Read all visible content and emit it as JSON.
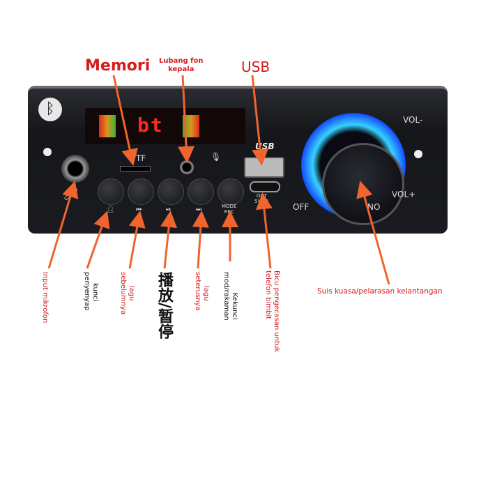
{
  "callouts": {
    "memory": "Memori",
    "headphone_jack": [
      "Lubang fon",
      "kepala"
    ],
    "usb": "USB",
    "mic_input": "Input mikrofon",
    "mute_key": [
      "kunci",
      "penyenyap"
    ],
    "prev_song": [
      "lagu",
      "sebelumnya"
    ],
    "play_pause": "播放/暂停",
    "next_song": [
      "lagu",
      "seterusnya"
    ],
    "mode_key": [
      "Kekunci",
      "mod/rakaman"
    ],
    "charging_jack": [
      "Bicu pengecasan untuk",
      "telefon bimbit"
    ],
    "power_volume": "Suis kuasa/pelarasan kelantangan"
  },
  "device": {
    "display_text": "bt",
    "tf_label": "TF",
    "usb_logo": "USB",
    "out_label": [
      "OUT",
      "5V-2A"
    ],
    "mode_label": [
      "MODE",
      "REC"
    ],
    "off_label": "OFF",
    "on_label": "NO",
    "vol_minus": "VOL-",
    "vol_plus": "VOL+",
    "button_icons": [
      "mute-icon",
      "previous-icon",
      "play-pause-icon",
      "next-icon",
      "mode-icon"
    ]
  },
  "colors": {
    "callout_red": "#d71a1a",
    "arrow": "#f0642d",
    "knob_glow": "#2aa7ff",
    "display_red": "#ff2a1f"
  }
}
